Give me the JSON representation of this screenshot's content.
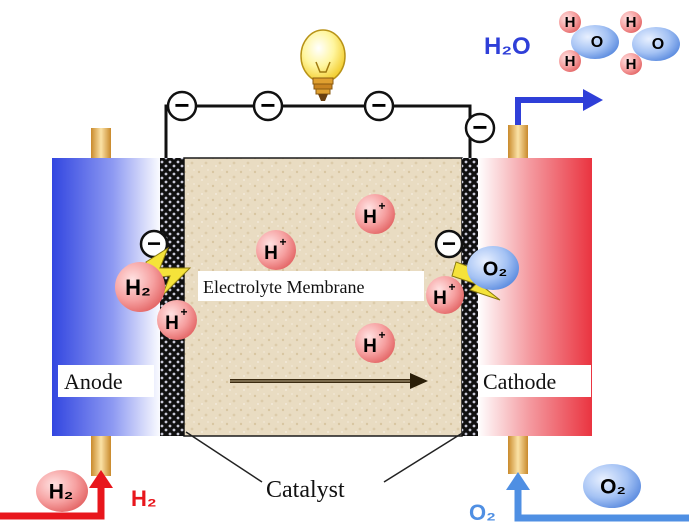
{
  "labels": {
    "anode": "Anode",
    "cathode": "Cathode",
    "membrane": "Electrolyte Membrane",
    "catalyst": "Catalyst"
  },
  "molecules": {
    "water": "H₂O",
    "hydrogen": "H₂",
    "oxygen": "O₂",
    "proton_base": "H",
    "proton_sup": "+",
    "electron": "−",
    "h_atom": "H",
    "o_atom": "O"
  },
  "colors": {
    "anode_blue": "#3c50e6",
    "cathode_red": "#ec3c48",
    "membrane_tan": "#e9dcc2",
    "wire_black": "#111111",
    "arrow_blue": "#2f3fd8",
    "inlet_red": "#e8161c",
    "inlet_lightblue": "#4f8fe3",
    "ion_pink": "#f38c8c",
    "oxygen_blue": "#8eb4ef"
  },
  "icons": [
    "lightbulb-icon",
    "electron-icon",
    "lightning-icon",
    "proton-icon",
    "oxygen-molecule-icon",
    "water-molecule-icon"
  ]
}
